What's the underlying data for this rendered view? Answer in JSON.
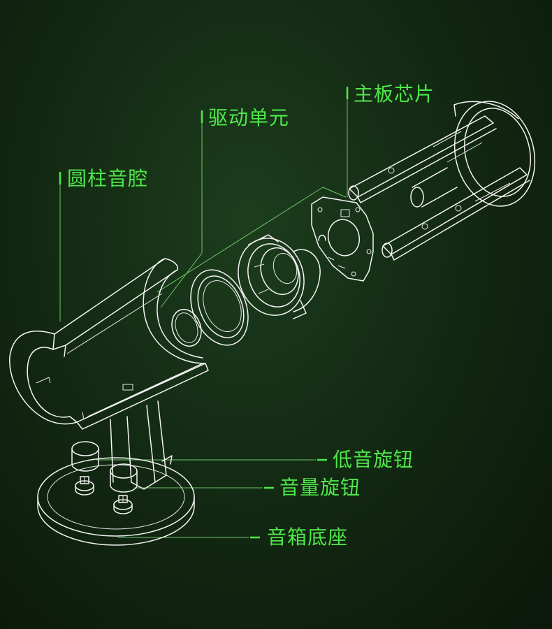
{
  "colors": {
    "background": "#132a13",
    "label": "#4ee84a",
    "leader": "#6dc56a",
    "linework": "#f4f4f4"
  },
  "labels": {
    "cavity": "圆柱音腔",
    "driver": "驱动单元",
    "board": "主板芯片",
    "bass_knob": "低音旋钮",
    "volume_knob": "音量旋钮",
    "base": "音箱底座"
  }
}
